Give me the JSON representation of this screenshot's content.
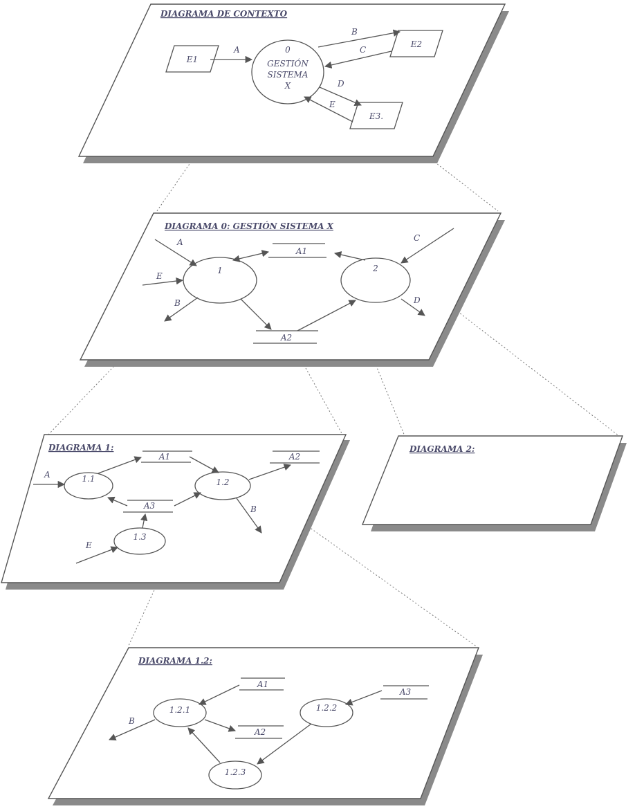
{
  "context": {
    "title": "DIAGRAMA DE CONTEXTO",
    "process_number": "0",
    "process_line1": "GESTIÓN",
    "process_line2": "SISTEMA",
    "process_line3": "X",
    "entities": [
      "E1",
      "E2",
      "E3."
    ],
    "flows": [
      "A",
      "B",
      "C",
      "D",
      "E"
    ]
  },
  "d0": {
    "title": "DIAGRAMA 0: GESTIÓN SISTEMA X",
    "nodes": [
      "1",
      "2"
    ],
    "stores": [
      "A1",
      "A2"
    ],
    "flows": [
      "A",
      "E",
      "B",
      "C",
      "D"
    ]
  },
  "d1": {
    "title": "DIAGRAMA 1:",
    "nodes": [
      "1.1",
      "1.2",
      "1.3"
    ],
    "stores": [
      "A1",
      "A2",
      "A3"
    ],
    "flows": [
      "A",
      "E",
      "B"
    ]
  },
  "d2": {
    "title": "DIAGRAMA 2:"
  },
  "d12": {
    "title": "DIAGRAMA 1.2:",
    "nodes": [
      "1.2.1",
      "1.2.2",
      "1.2.3"
    ],
    "stores": [
      "A1",
      "A2",
      "A3"
    ],
    "flows": [
      "B"
    ]
  }
}
